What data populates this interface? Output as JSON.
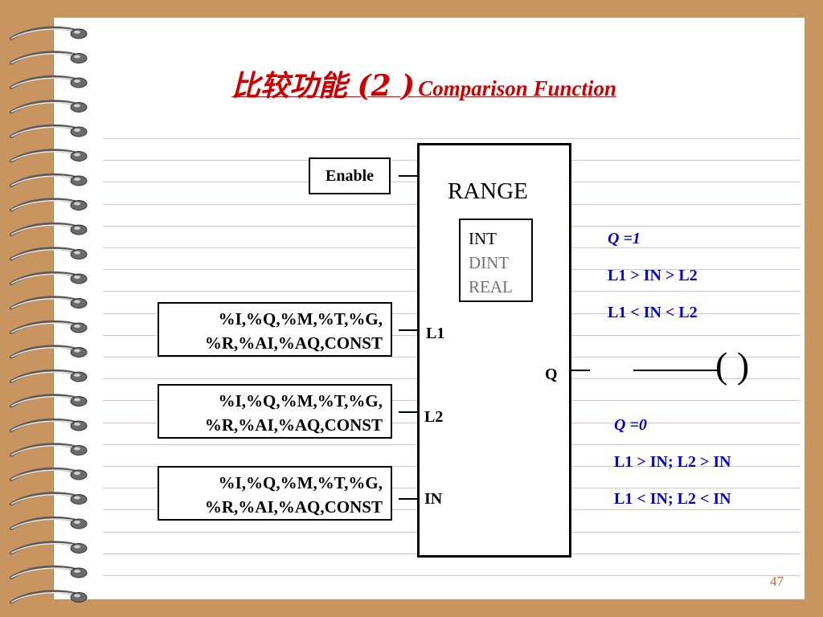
{
  "title": {
    "chinese": "比较功能 (2 )",
    "english": "Comparison Function"
  },
  "block": {
    "name": "RANGE",
    "enable_label": "Enable",
    "types": [
      "INT",
      "DINT",
      "REAL"
    ],
    "inputs": [
      {
        "pin": "L1",
        "operands_line1": "%I,%Q,%M,%T,%G,",
        "operands_line2": "%R,%AI,%AQ,CONST"
      },
      {
        "pin": "L2",
        "operands_line1": "%I,%Q,%M,%T,%G,",
        "operands_line2": "%R,%AI,%AQ,CONST"
      },
      {
        "pin": "IN",
        "operands_line1": "%I,%Q,%M,%T,%G,",
        "operands_line2": "%R,%AI,%AQ,CONST"
      }
    ],
    "output_pin": "Q"
  },
  "coil": "(   )",
  "conditions": {
    "true_heading": "Q =1",
    "true_lines": [
      "L1 > IN > L2",
      "L1 < IN < L2"
    ],
    "false_heading": "Q =0",
    "false_lines": [
      "L1 > IN;  L2 > IN",
      "L1 < IN;  L2 < IN"
    ]
  },
  "page_number": "47",
  "colors": {
    "title": "#cc0000",
    "conditions": "#0000cc",
    "background": "#c8945f",
    "page_number": "#cc6633"
  }
}
